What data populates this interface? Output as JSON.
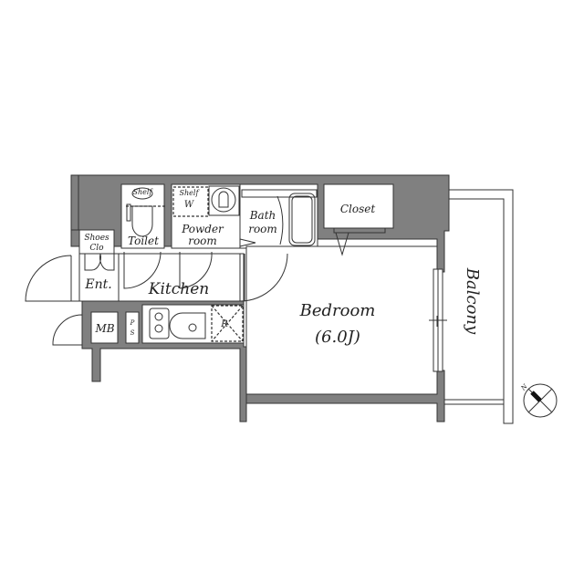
{
  "floorplan": {
    "rooms": {
      "shoes_closet": {
        "line1": "Shoes",
        "line2": "Clo"
      },
      "entrance": {
        "label": "Ent."
      },
      "toilet": {
        "label": "Toilet",
        "shelf": "Shelf"
      },
      "powder_room": {
        "line1": "Powder",
        "line2": "room",
        "shelf": "Shelf",
        "washer": "W"
      },
      "bathroom": {
        "line1": "Bath",
        "line2": "room"
      },
      "closet": {
        "label": "Closet"
      },
      "kitchen": {
        "label": "Kitchen"
      },
      "meter_box": {
        "label": "MB"
      },
      "pipe_space": {
        "line1": "P",
        "line2": "S"
      },
      "refrigerator": {
        "label": "R"
      },
      "bedroom": {
        "label": "Bedroom",
        "size": "(6.0J)"
      },
      "balcony": {
        "label": "Balcony"
      }
    },
    "compass": {
      "north_label": "N"
    },
    "colors": {
      "wall": "#808080",
      "line": "#333333",
      "background": "#ffffff"
    }
  }
}
